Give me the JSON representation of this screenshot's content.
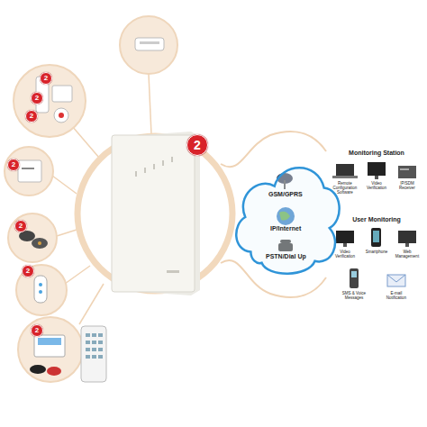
{
  "diagram": {
    "nodes": [
      {
        "text": [
          "GSM/GPRS",
          "IP/Internet",
          "PSTN/Dial Up"
        ]
      }
    ],
    "labels": [
      "2",
      "2",
      "2",
      "2",
      "2",
      "2",
      "2",
      "2",
      "Monitoring Station",
      "Remote Configuration Software",
      "Video Verification",
      "IP/SDM Receiver",
      "User Monitoring",
      "Video Verification",
      "Smartphone",
      "Web Management",
      "SMS & Voice Messages",
      "E-mail Notification"
    ]
  }
}
